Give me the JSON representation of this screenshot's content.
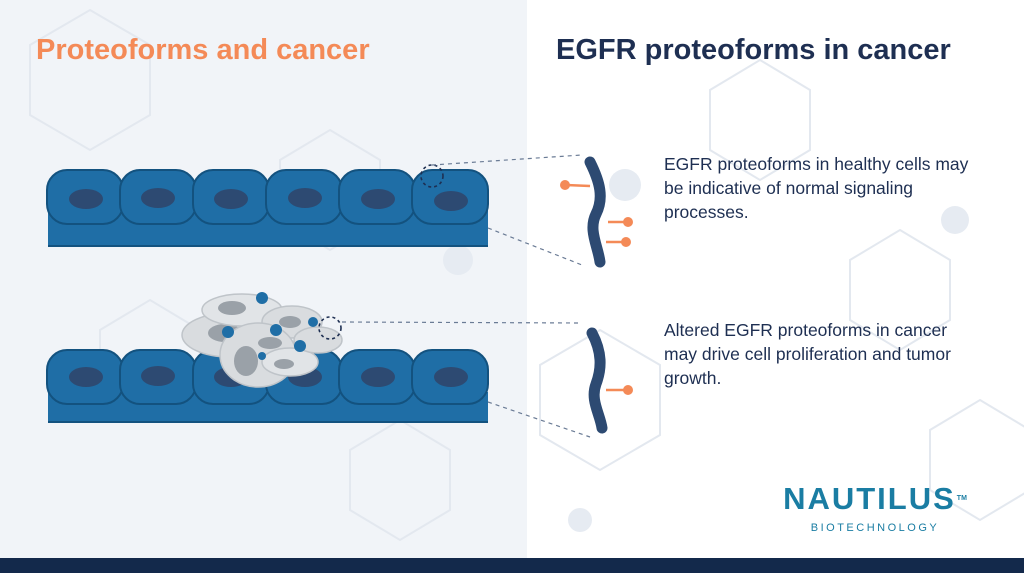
{
  "left": {
    "title": "Proteoforms and cancer"
  },
  "right": {
    "title": "EGFR proteoforms in cancer"
  },
  "descriptions": {
    "healthy": "EGFR proteoforms in healthy cells may be indicative of normal signaling processes.",
    "cancer": "Altered EGFR proteoforms in cancer may drive cell proliferation and tumor growth."
  },
  "logo": {
    "name": "NAUTILUS",
    "trademark": "TM",
    "tagline": "BIOTECHNOLOGY"
  },
  "colors": {
    "orange": "#f48a57",
    "navy": "#1e2f52",
    "cell_blue": "#1f6ea6",
    "cell_dark": "#13527f",
    "nucleus": "#2d4a72",
    "tumor_gray": "#d9dcdf",
    "brand_teal": "#1a7da3",
    "footer": "#13294b"
  }
}
